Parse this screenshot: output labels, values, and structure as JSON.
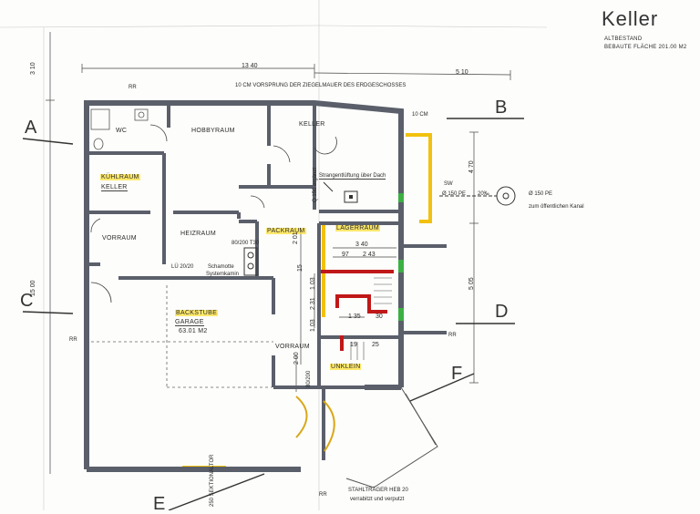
{
  "title": "Keller",
  "subtitle_1": "ALTBESTAND",
  "subtitle_2": "BEBAUTE FLÄCHE  201.00 M2",
  "sections": {
    "a": "A",
    "b": "B",
    "c": "C",
    "d": "D",
    "f": "F",
    "e": "E"
  },
  "rooms": {
    "wc": "WC",
    "hobbyraum": "HOBBYRAUM",
    "keller": "KELLER",
    "kuehlraum": "KÜHLRAUM",
    "keller2": "KELLER",
    "vorraum": "VORRAUM",
    "heizraum": "HEIZRAUM",
    "packraum": "PACKRAUM",
    "lagerraum": "LAGERRAUM",
    "backstube": "BACKSTUBE",
    "garage": "GARAGE",
    "garage_area": "63.01 M2",
    "vorraum2": "VORRAUM",
    "unklein": "UNKLEIN"
  },
  "notes": {
    "ziegelmauer": "10 CM VORSPRUNG DER ZIEGELMAUER DES ERDGESCHOSSES",
    "ten_cm": "10 CM",
    "strangentlueftung": "Strangentlüftung über Dach",
    "q150": "Q 150 ergänzt",
    "sw": "SW",
    "sw_pipe": "Ø 150 PE",
    "slope": "20‰",
    "kanal_pipe": "Ø 150 PE",
    "kanal": "zum öffentlichen Kanal",
    "schamotte1": "Schamotte",
    "schamotte2": "Systemkamin",
    "lue": "LÜ 20/20",
    "door_80": "80/200 T30",
    "door_80b": "80/200",
    "sektion": "250 SEKTIONALTOR",
    "traeger1": "STAHLTRÄGER HEB 20",
    "traeger2": "verrabitzt und verputzt",
    "rr": "RR"
  },
  "dims": {
    "top_left": "13 40",
    "top_right": "5 10",
    "left_top": "3 10",
    "left_total": "15 00",
    "right_470": "4 70",
    "right_505": "5 05",
    "d340": "3 40",
    "d243": "2 43",
    "d97": "97",
    "d231": "2 31",
    "d15": "15",
    "d103a": "1 03",
    "d103b": "1 03",
    "d201": "2 01",
    "d135": "1 35",
    "d200": "2 00",
    "d25": "25",
    "d19": "19",
    "d30": "30"
  }
}
